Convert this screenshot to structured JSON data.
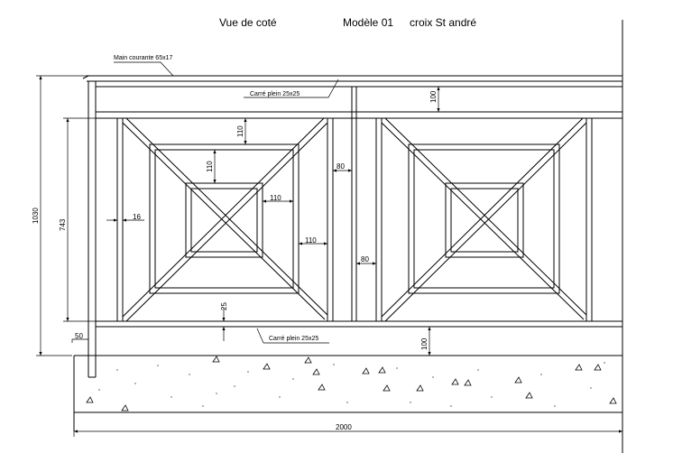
{
  "titles": {
    "view": "Vue de coté",
    "model": "Modèle 01",
    "variant": "croix St andré"
  },
  "labels": {
    "handrail": "Main courante 65x17",
    "square_top": "Carré plein 25x25",
    "square_bottom": "Carré plein 25x25"
  },
  "dimensions": {
    "total_height": "1030",
    "infill_height": "743",
    "top_band": "100",
    "bottom_band": "100",
    "spacing_110_a": "110",
    "spacing_110_b": "110",
    "spacing_110_c": "110",
    "spacing_110_d": "110",
    "post_gap_16": "16",
    "post_gap_80_a": "80",
    "post_gap_80_b": "80",
    "bar_25": "25",
    "offset_50": "50",
    "total_length": "2000"
  }
}
